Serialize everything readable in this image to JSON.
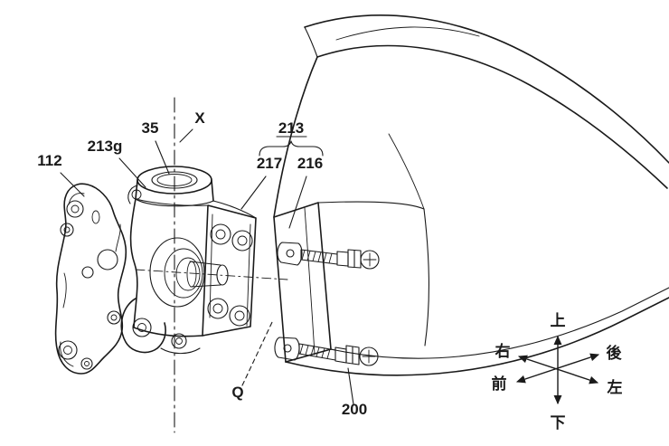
{
  "figure": {
    "labels": {
      "n112": "112",
      "n213g": "213g",
      "n35": "35",
      "x_axis": "X",
      "n213": "213",
      "n217": "217",
      "n216": "216",
      "q": "Q",
      "n200": "200"
    },
    "compass": {
      "up": "上",
      "down": "下",
      "right": "右",
      "front": "前",
      "back": "後",
      "left": "左"
    },
    "colors": {
      "line": "#1a1a1a",
      "background": "#ffffff"
    }
  }
}
